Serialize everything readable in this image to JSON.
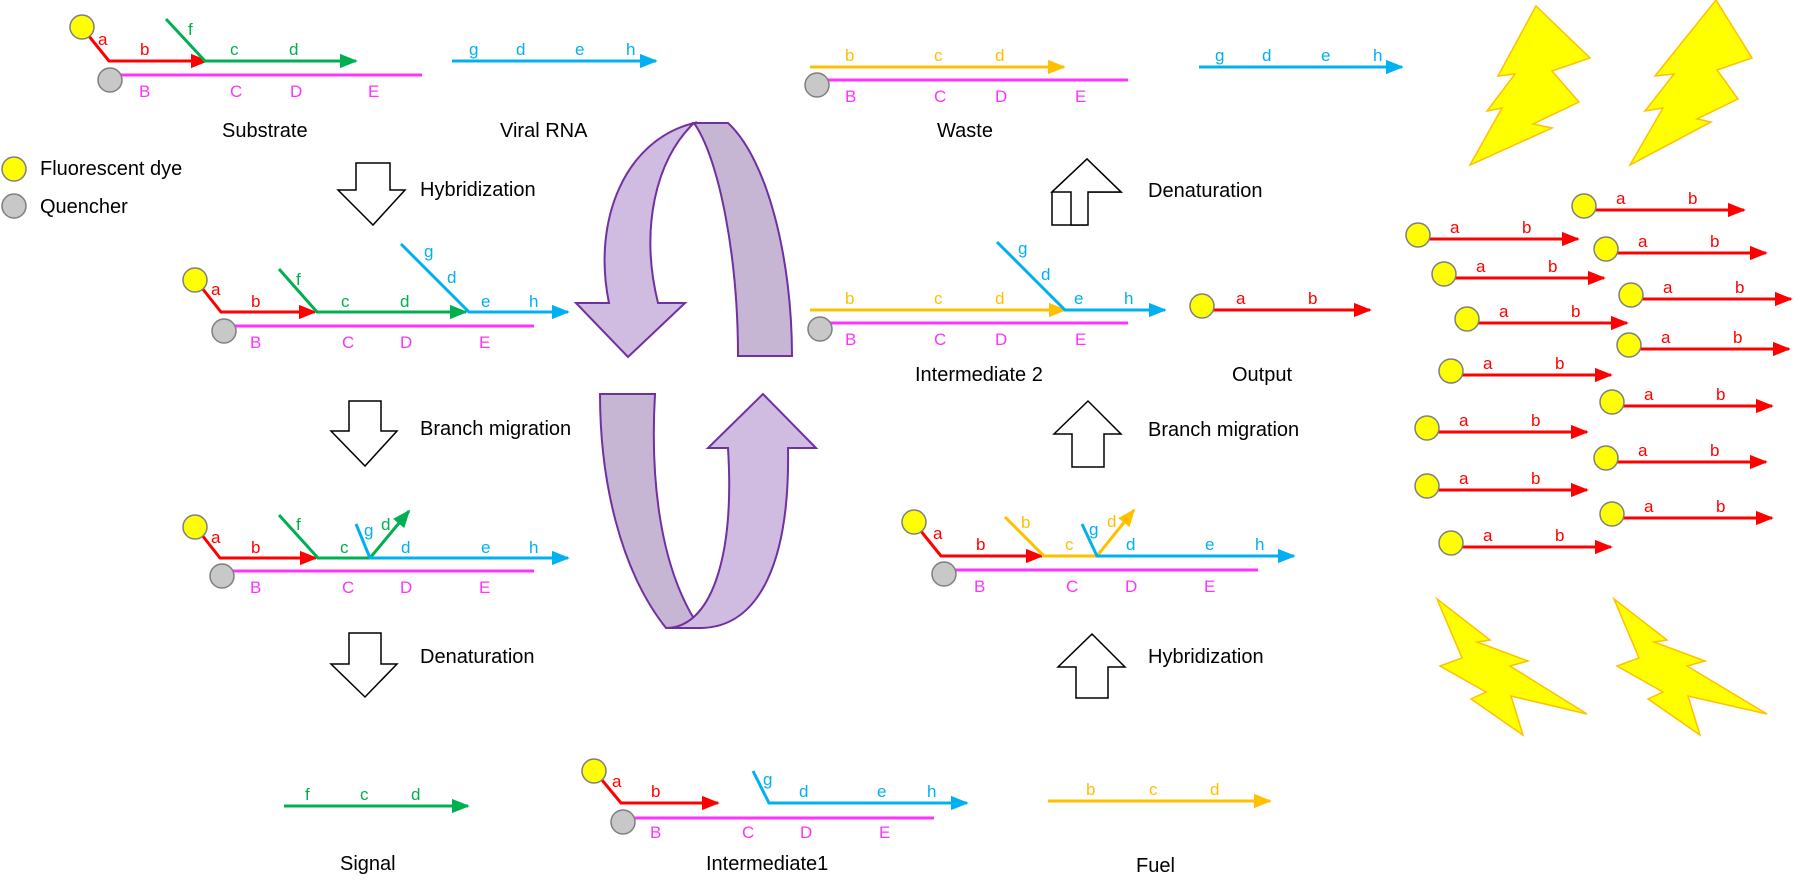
{
  "colors": {
    "red": "#FF0000",
    "green": "#00B050",
    "blue": "#00B0F0",
    "magenta": "#FF33FF",
    "orange": "#FFC000",
    "dye": "#FFFF00",
    "quencher": "#C8C8C8",
    "bolt": "#FFFF00",
    "cycle": "#CDB5DE",
    "cycle_stroke": "#7030A0"
  },
  "legend": {
    "dye": "Fluorescent dye",
    "quencher": "Quencher"
  },
  "labels": {
    "substrate": "Substrate",
    "viral_rna": "Viral RNA",
    "waste": "Waste",
    "intermediate2": "Intermediate 2",
    "output": "Output",
    "signal": "Signal",
    "intermediate1": "Intermediate1",
    "fuel": "Fuel"
  },
  "steps": {
    "left_1": "Hybridization",
    "left_2": "Branch migration",
    "left_3": "Denaturation",
    "right_1": "Denaturation",
    "right_2": "Branch migration",
    "right_3": "Hybridization"
  },
  "domains": {
    "a": "a",
    "b": "b",
    "c": "c",
    "d": "d",
    "e": "e",
    "f": "f",
    "g": "g",
    "h": "h",
    "B": "B",
    "C": "C",
    "D": "D",
    "E": "E"
  }
}
